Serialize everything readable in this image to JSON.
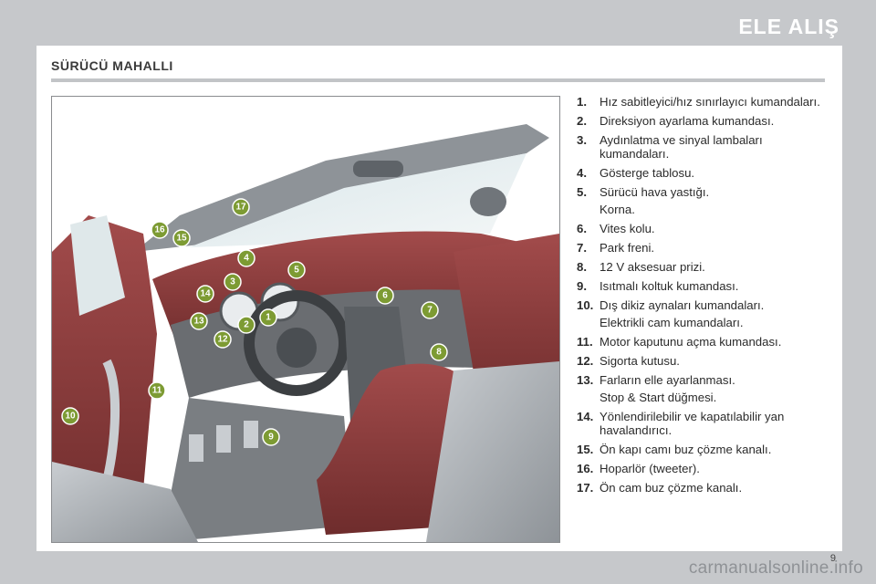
{
  "header": {
    "title": "ELE ALIŞ"
  },
  "section": {
    "title": "SÜRÜCÜ MAHALLI"
  },
  "figure": {
    "callouts": [
      "1",
      "2",
      "3",
      "4",
      "5",
      "6",
      "7",
      "8",
      "9",
      "10",
      "11",
      "12",
      "13",
      "14",
      "15",
      "16",
      "17"
    ]
  },
  "legend": [
    {
      "num": "1.",
      "lines": [
        "Hız sabitleyici/hız sınırlayıcı kumandaları."
      ]
    },
    {
      "num": "2.",
      "lines": [
        "Direksiyon ayarlama kumandası."
      ]
    },
    {
      "num": "3.",
      "lines": [
        "Aydınlatma ve sinyal lambaları kumandaları."
      ]
    },
    {
      "num": "4.",
      "lines": [
        "Gösterge tablosu."
      ]
    },
    {
      "num": "5.",
      "lines": [
        "Sürücü hava yastığı.",
        "Korna."
      ]
    },
    {
      "num": "6.",
      "lines": [
        "Vites kolu."
      ]
    },
    {
      "num": "7.",
      "lines": [
        "Park freni."
      ]
    },
    {
      "num": "8.",
      "lines": [
        "12 V aksesuar prizi."
      ]
    },
    {
      "num": "9.",
      "lines": [
        "Isıtmalı koltuk kumandası."
      ]
    },
    {
      "num": "10.",
      "lines": [
        "Dış dikiz aynaları kumandaları.",
        "Elektrikli cam kumandaları."
      ]
    },
    {
      "num": "11.",
      "lines": [
        "Motor kaputunu açma kumandası."
      ]
    },
    {
      "num": "12.",
      "lines": [
        "Sigorta kutusu."
      ]
    },
    {
      "num": "13.",
      "lines": [
        "Farların elle ayarlanması.",
        "Stop & Start düğmesi."
      ]
    },
    {
      "num": "14.",
      "lines": [
        "Yönlendirilebilir ve kapatılabilir yan havalandırıcı."
      ]
    },
    {
      "num": "15.",
      "lines": [
        "Ön kapı camı buz çözme kanalı."
      ]
    },
    {
      "num": "16.",
      "lines": [
        "Hoparlör (tweeter)."
      ]
    },
    {
      "num": "17.",
      "lines": [
        "Ön cam buz çözme kanalı."
      ]
    }
  ],
  "footer": {
    "page_number": "9",
    "watermark": "carmanualsonline.info"
  },
  "colors": {
    "callout": "#7d9b33",
    "upholstery": "#8c3f3f",
    "band": "#c6c8cb"
  }
}
